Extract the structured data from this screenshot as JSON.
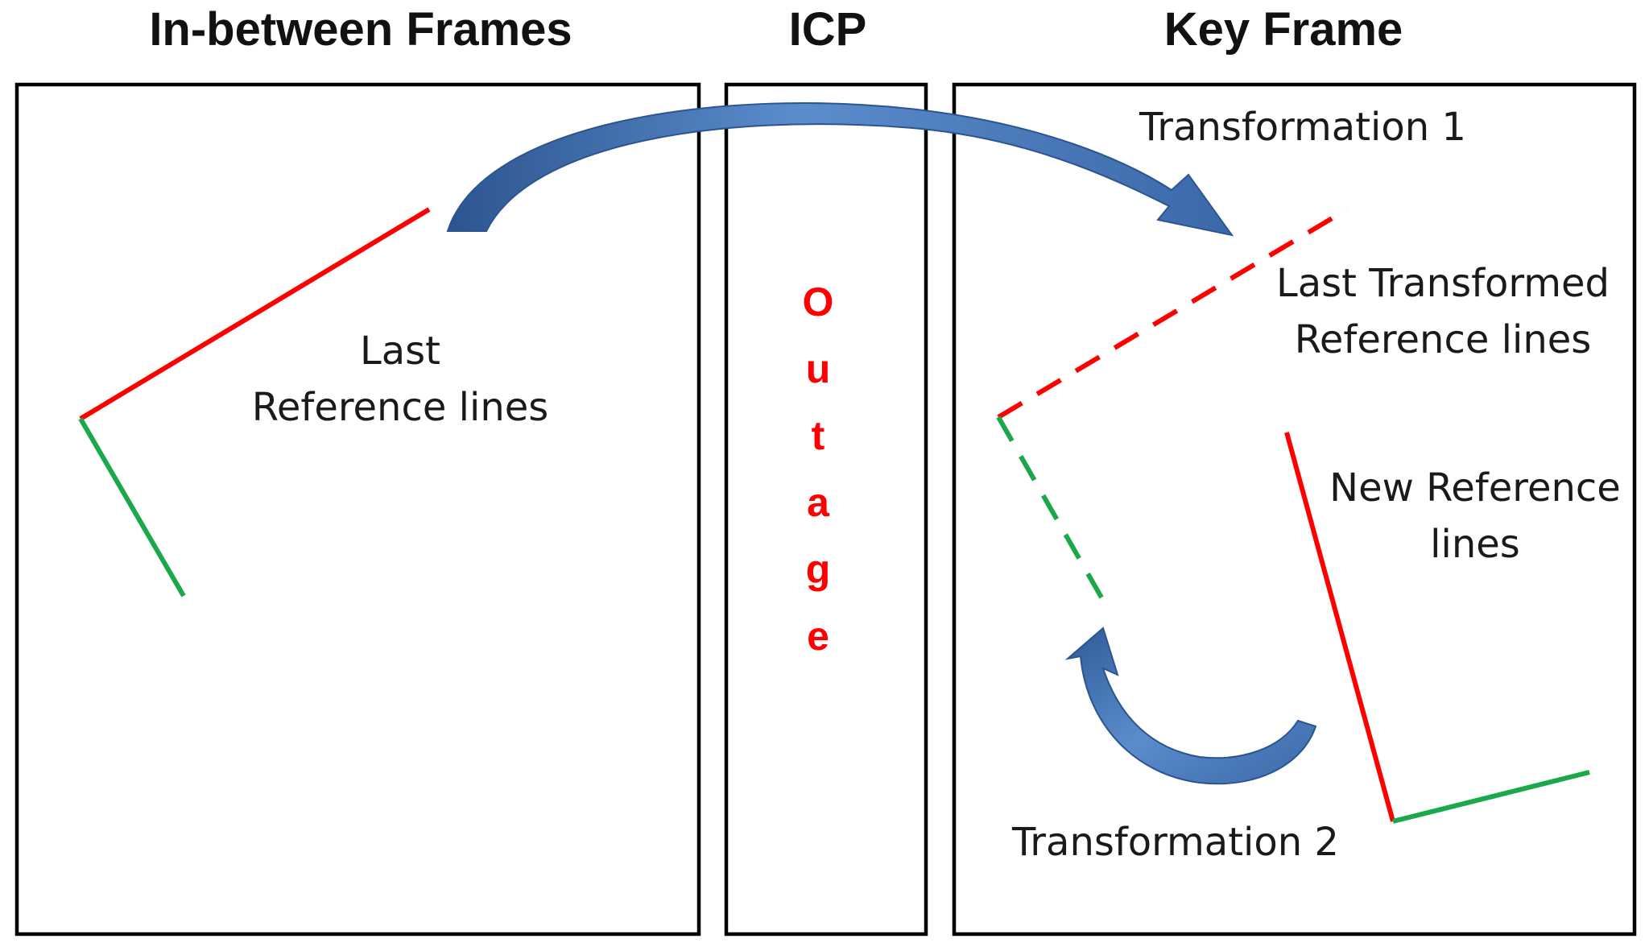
{
  "headings": {
    "left": "In-between Frames",
    "middle": "ICP",
    "right": "Key Frame"
  },
  "outage": {
    "letters": [
      "O",
      "u",
      "t",
      "a",
      "g",
      "e"
    ],
    "color": "#ff0000"
  },
  "labels": {
    "last_ref_line1": "Last",
    "last_ref_line2": "Reference lines",
    "transformation1": "Transformation 1",
    "last_transformed_line1": "Last Transformed",
    "last_transformed_line2": "Reference lines",
    "new_ref_line1": "New Reference",
    "new_ref_line2": "lines",
    "transformation2": "Transformation 2"
  },
  "colors": {
    "red_line": "#ff0000",
    "green_line": "#1aa84a",
    "arrow_blue": "#4a78b8",
    "arrow_dark": "#2c5590"
  }
}
